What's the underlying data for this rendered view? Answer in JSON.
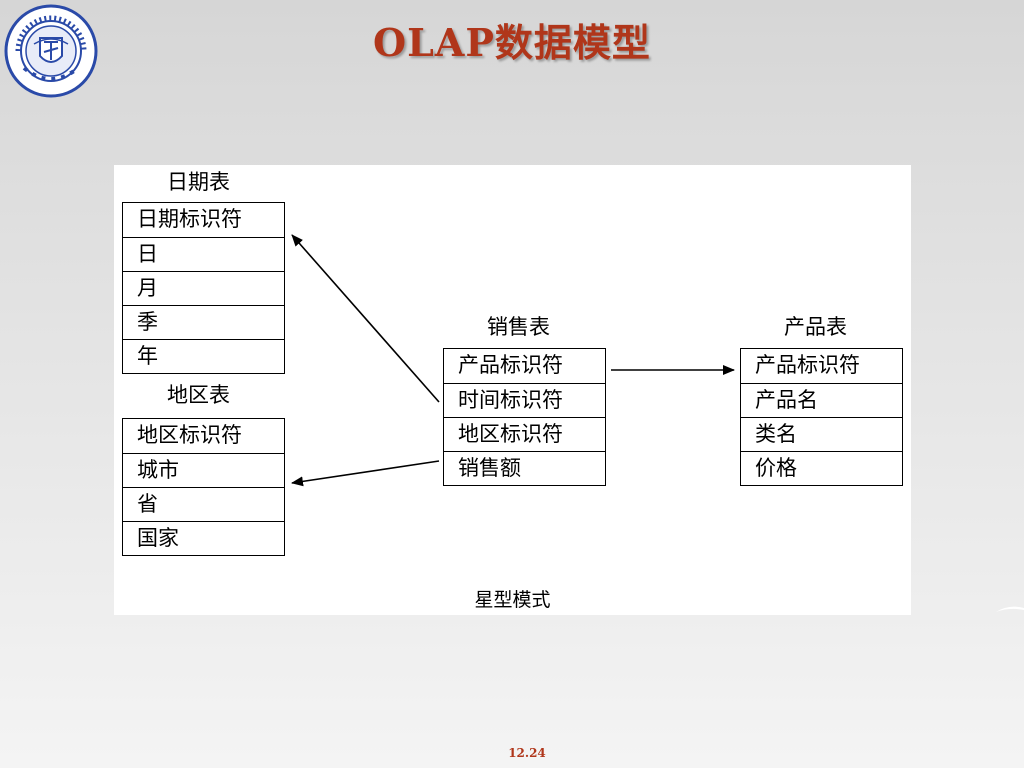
{
  "slide": {
    "title": "OLAP数据模型",
    "page_number": "12.24",
    "logo": {
      "icon": "university-seal",
      "ring_text": "JILIN UNIVERSITY·CHINA",
      "year": "1946",
      "chinese": "吉林大学"
    }
  },
  "diagram": {
    "caption": "星型模式",
    "tables": {
      "date": {
        "label": "日期表",
        "rows": [
          "日期标识符",
          "日",
          "月",
          "季",
          "年"
        ]
      },
      "region": {
        "label": "地区表",
        "rows": [
          "地区标识符",
          "城市",
          "省",
          "国家"
        ]
      },
      "sales": {
        "label": "销售表",
        "rows": [
          "产品标识符",
          "时间标识符",
          "地区标识符",
          "销售额"
        ]
      },
      "product": {
        "label": "产品表",
        "rows": [
          "产品标识符",
          "产品名",
          "类名",
          "价格"
        ]
      }
    },
    "arrows": [
      {
        "from": "sales",
        "to": "date"
      },
      {
        "from": "sales",
        "to": "region"
      },
      {
        "from": "sales",
        "to": "product"
      }
    ]
  }
}
